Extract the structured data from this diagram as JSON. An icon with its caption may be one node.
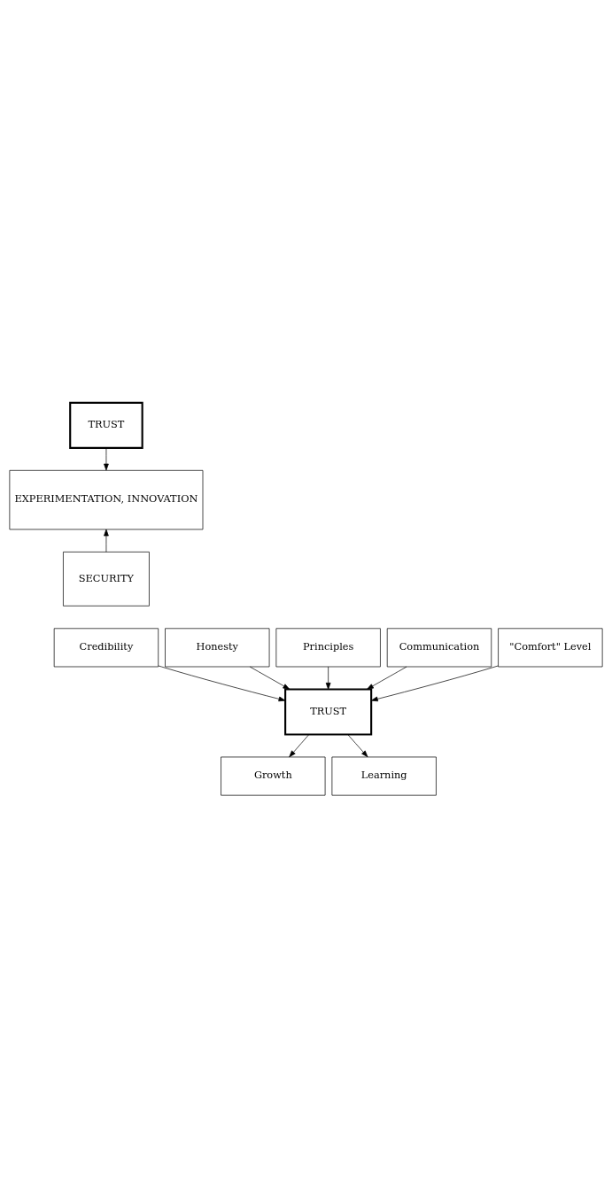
{
  "diagram": {
    "nodes": [
      {
        "text": [
          "TRUST"
        ]
      },
      {
        "text": [
          "EXPERIMENTATION, INNOVATION"
        ]
      },
      {
        "text": [
          "SECURITY"
        ]
      },
      {
        "text": [
          "Credibility"
        ]
      },
      {
        "text": [
          "Honesty"
        ]
      },
      {
        "text": [
          "Principles"
        ]
      },
      {
        "text": [
          "Communication"
        ]
      },
      {
        "text": [
          "\"Comfort\" Level"
        ]
      },
      {
        "text": [
          "TRUST"
        ]
      },
      {
        "text": [
          "Growth"
        ]
      },
      {
        "text": [
          "Learning"
        ]
      }
    ],
    "edges": [
      {
        "from": 0,
        "to": 1,
        "arrow": "to"
      },
      {
        "from": 2,
        "to": 1,
        "arrow": "to"
      },
      {
        "from": 3,
        "to": 8,
        "arrow": "to"
      },
      {
        "from": 4,
        "to": 8,
        "arrow": "to"
      },
      {
        "from": 5,
        "to": 8,
        "arrow": "to"
      },
      {
        "from": 6,
        "to": 8,
        "arrow": "to"
      },
      {
        "from": 7,
        "to": 8,
        "arrow": "to"
      },
      {
        "from": 8,
        "to": 9,
        "arrow": "to"
      },
      {
        "from": 8,
        "to": 10,
        "arrow": "to"
      }
    ]
  }
}
